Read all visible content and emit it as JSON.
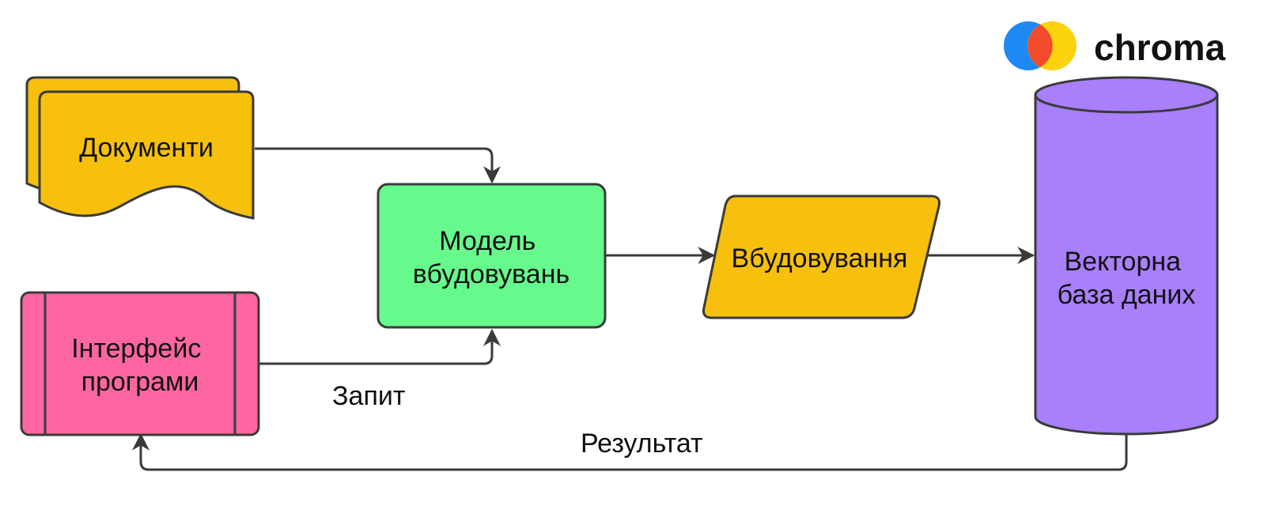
{
  "brand": {
    "name": "chroma",
    "logo_colors": {
      "blue": "#1E88F5",
      "red": "#F14B2B",
      "yellow": "#FDD20E"
    }
  },
  "colors": {
    "documents": "#F6C00D",
    "embedding_model": "#66F98C",
    "embeddings": "#F6C00D",
    "vector_db": "#A97FFC",
    "app_interface": "#FE66A1",
    "stroke": "#3A3A3A"
  },
  "nodes": {
    "documents": {
      "label": "Документи",
      "shape": "multi-document"
    },
    "embedding_model": {
      "label_lines": [
        "Модель",
        "вбудовувань"
      ],
      "shape": "rounded-rectangle"
    },
    "embeddings": {
      "label": "Вбудовування",
      "shape": "parallelogram"
    },
    "vector_db": {
      "label_lines": [
        "Векторна",
        "база даних"
      ],
      "shape": "cylinder"
    },
    "app_interface": {
      "label_lines": [
        "Інтерфейс",
        "програми"
      ],
      "shape": "predefined-process"
    }
  },
  "edges": {
    "documents_to_model": {
      "label": ""
    },
    "interface_to_model": {
      "label": "Запит"
    },
    "model_to_embeddings": {
      "label": ""
    },
    "embeddings_to_db": {
      "label": ""
    },
    "db_to_interface": {
      "label": "Результат"
    }
  }
}
